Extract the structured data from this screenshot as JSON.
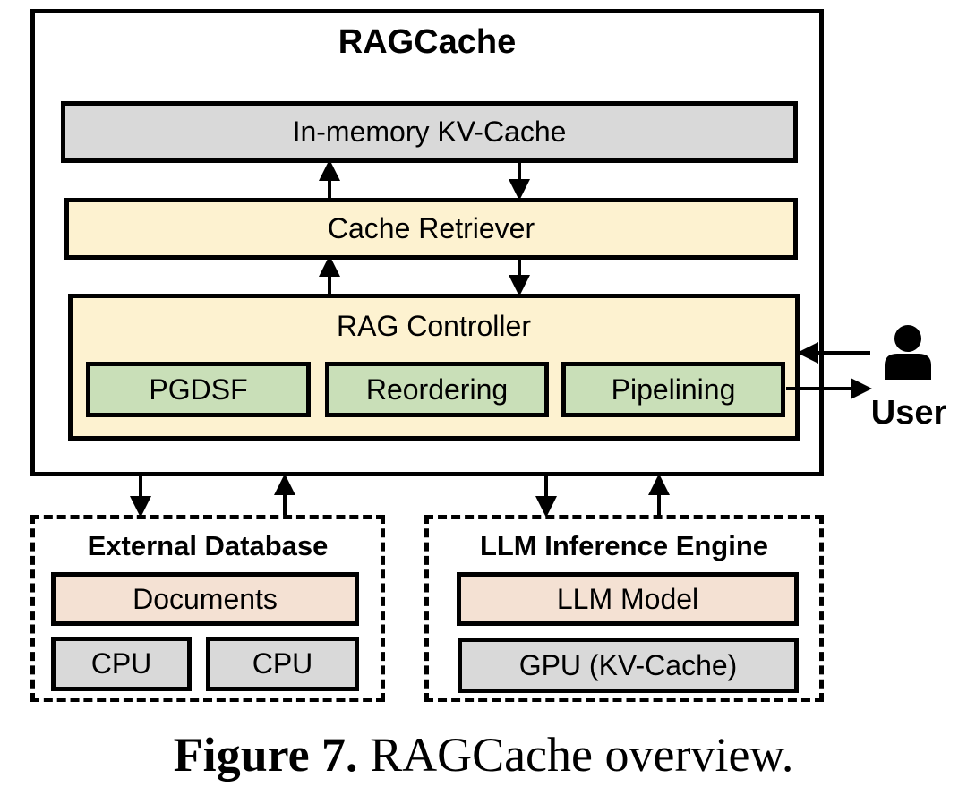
{
  "diagram": {
    "main": {
      "title": "RAGCache",
      "kv_cache": "In-memory KV-Cache",
      "cache_retriever": "Cache Retriever",
      "rag_controller": {
        "title": "RAG Controller",
        "components": [
          "PGDSF",
          "Reordering",
          "Pipelining"
        ]
      }
    },
    "user": {
      "label": "User",
      "icon": "user-icon"
    },
    "external_database": {
      "title": "External Database",
      "documents": "Documents",
      "cpus": [
        "CPU",
        "CPU"
      ]
    },
    "llm_engine": {
      "title": "LLM Inference Engine",
      "model": "LLM Model",
      "gpu": "GPU (KV-Cache)"
    },
    "colors": {
      "kv_cache_fill": "#d9d9d9",
      "retriever_fill": "#fdf2d0",
      "controller_fill": "#fdf2d0",
      "component_fill": "#c9dfb8",
      "model_fill": "#f4e1d3",
      "hardware_fill": "#d9d9d9"
    }
  },
  "caption": {
    "label": "Figure 7.",
    "text": " RAGCache overview."
  }
}
